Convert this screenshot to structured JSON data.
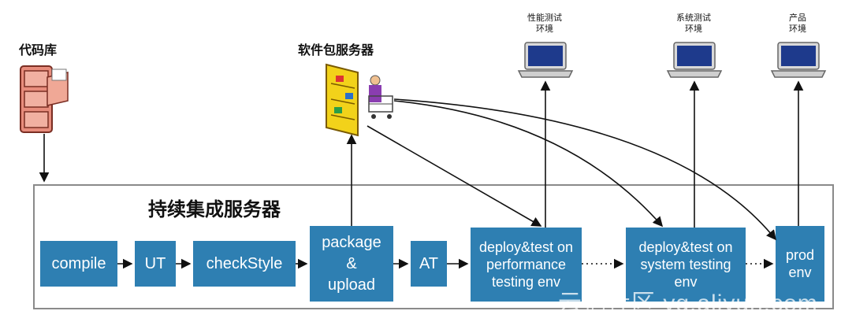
{
  "labels": {
    "repo": "代码库",
    "pkg_server": "软件包服务器",
    "perf_env": "性能测试\n环境",
    "sys_env": "系统测试\n环境",
    "prod_env": "产品\n环境",
    "ci_server": "持续集成服务器"
  },
  "stages": {
    "compile": "compile",
    "ut": "UT",
    "checkstyle": "checkStyle",
    "package": "package\n&\nupload",
    "at": "AT",
    "deploy_perf": "deploy&test on\nperformance\ntesting env",
    "deploy_sys": "deploy&test on\nsystem testing\nenv",
    "prod": "prod\nenv"
  },
  "watermark": "云栖社区 yq.aliyun.com",
  "colors": {
    "stage_fill": "#2e7fb2",
    "frame_border": "#8a8a8a",
    "arrow": "#111111"
  }
}
